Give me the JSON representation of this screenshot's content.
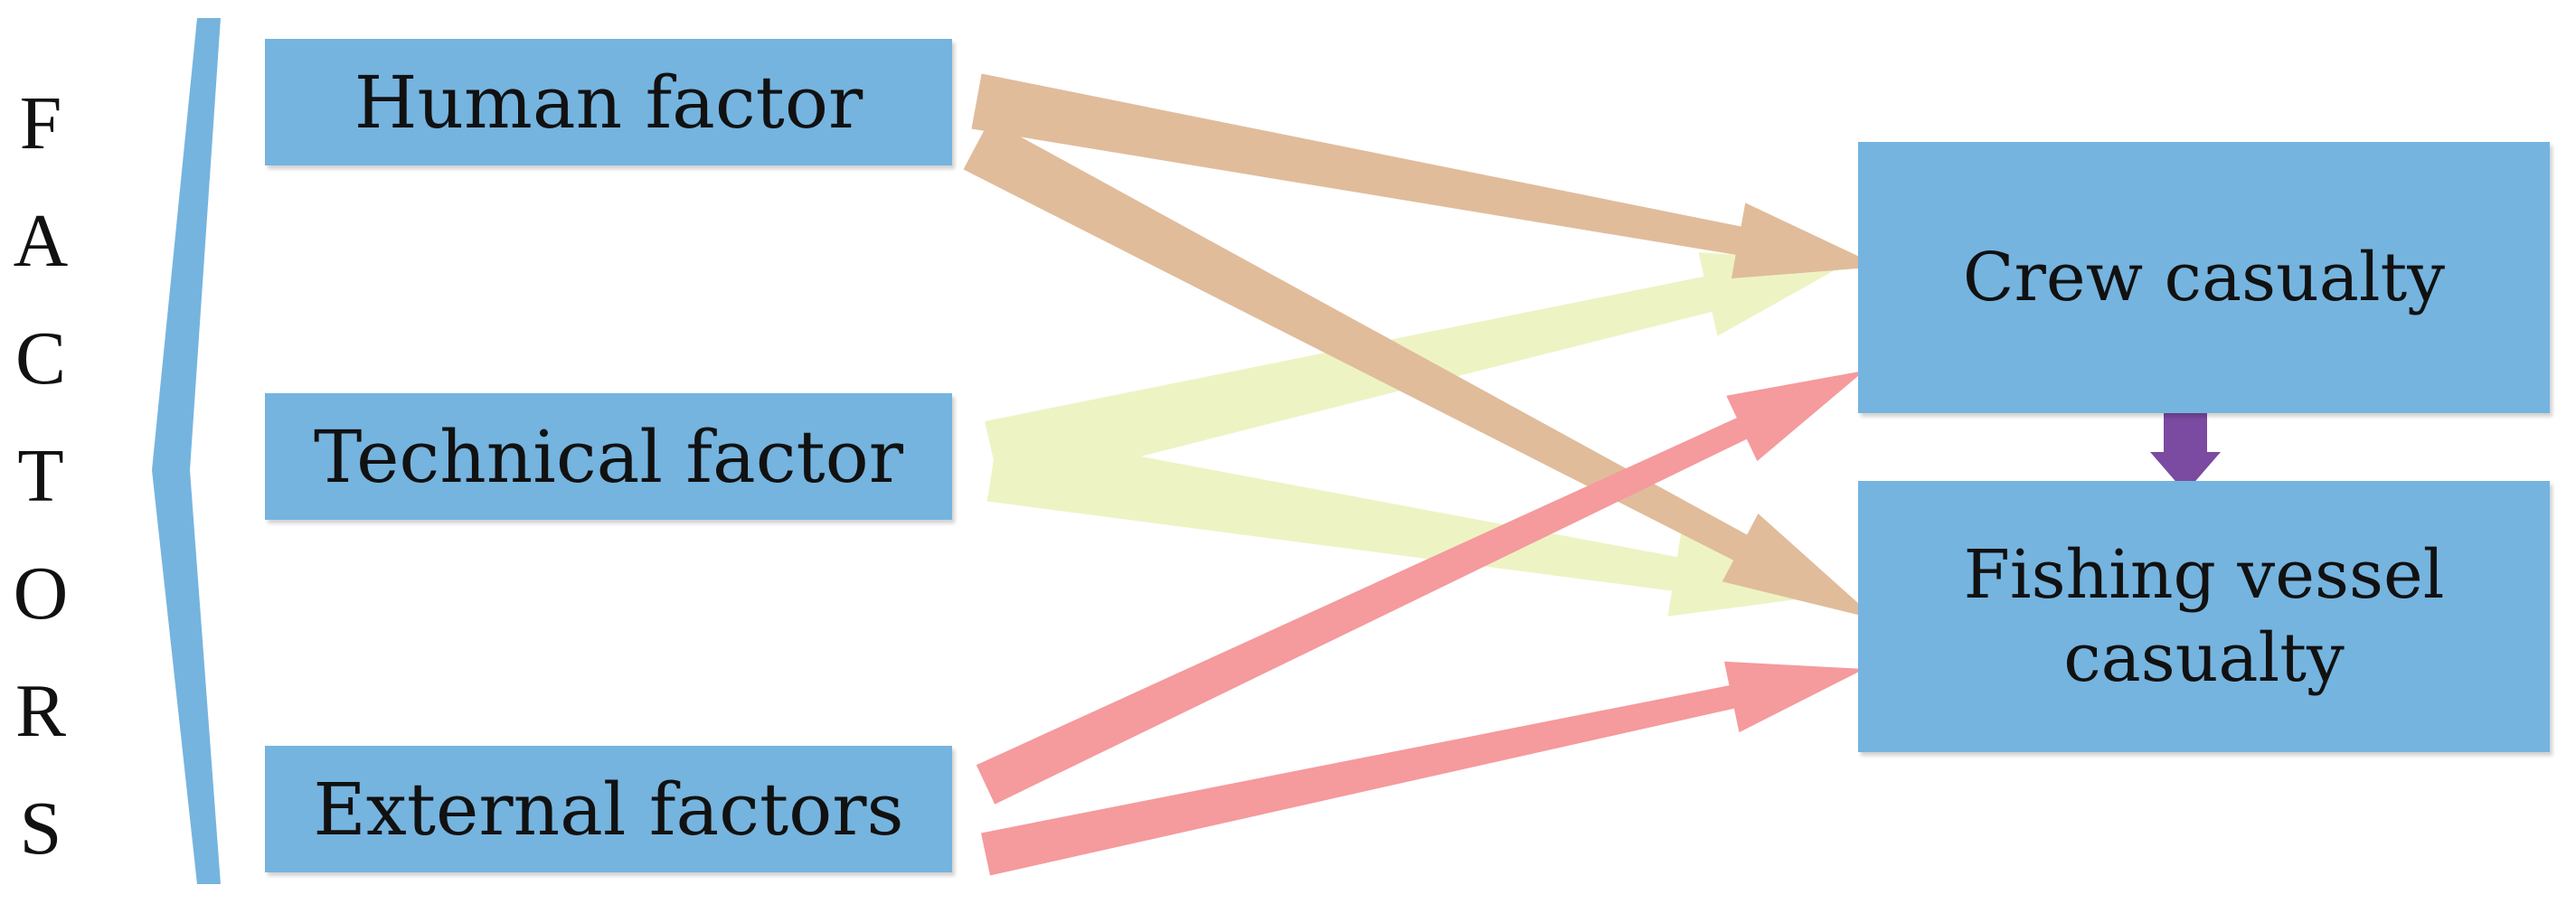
{
  "side_label": "FACTORS",
  "factors": [
    {
      "label": "Human factor",
      "color": "#e0bc9b"
    },
    {
      "label": "Technical factor",
      "color": "#eef3c4"
    },
    {
      "label": "External factors",
      "color": "#f59a9d"
    }
  ],
  "outcomes": [
    {
      "label": "Crew casualty"
    },
    {
      "label": "Fishing vessel casualty"
    }
  ],
  "colors": {
    "box_fill": "#75b4df",
    "bracket": "#75b4df",
    "outcome_link": "#7b4aa1"
  }
}
